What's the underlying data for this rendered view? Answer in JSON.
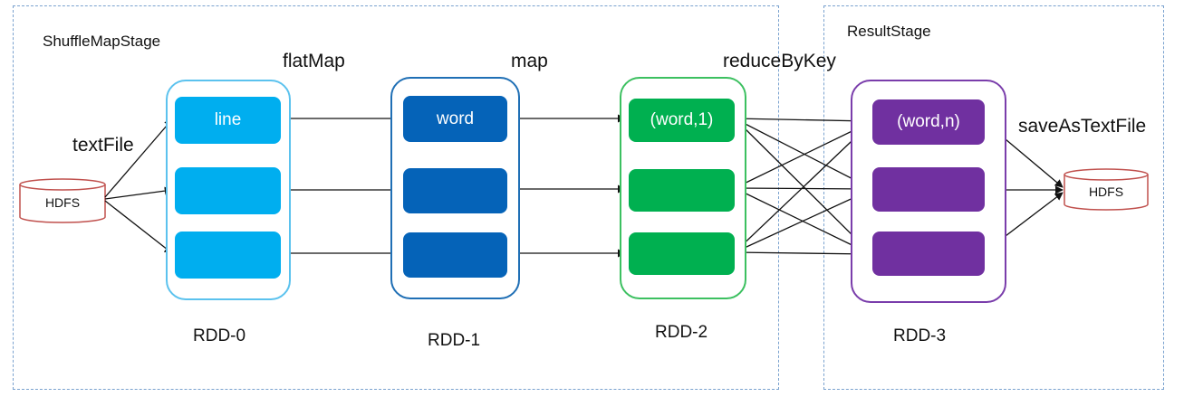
{
  "stages": {
    "shuffle_map": "ShuffleMapStage",
    "result": "ResultStage"
  },
  "operations": {
    "text_file": "textFile",
    "flat_map": "flatMap",
    "map": "map",
    "reduce_by_key": "reduceByKey",
    "save_as_text_file": "saveAsTextFile"
  },
  "storage": {
    "source": "HDFS",
    "sink": "HDFS"
  },
  "rdds": [
    {
      "label": "RDD-0",
      "partitions": [
        "line",
        "",
        ""
      ],
      "border": "#5bc2ee",
      "fill": "#00aeef"
    },
    {
      "label": "RDD-1",
      "partitions": [
        "word",
        "",
        ""
      ],
      "border": "#1f6fb5",
      "fill": "#0563b8"
    },
    {
      "label": "RDD-2",
      "partitions": [
        "(word,1)",
        "",
        ""
      ],
      "border": "#3cc060",
      "fill": "#00b050"
    },
    {
      "label": "RDD-3",
      "partitions": [
        "(word,n)",
        "",
        ""
      ],
      "border": "#7a3dab",
      "fill": "#7030a0"
    }
  ],
  "colors": {
    "stage_border": "#7aa2cf",
    "hdfs_stroke": "#c0504d",
    "arrow": "#111111"
  }
}
